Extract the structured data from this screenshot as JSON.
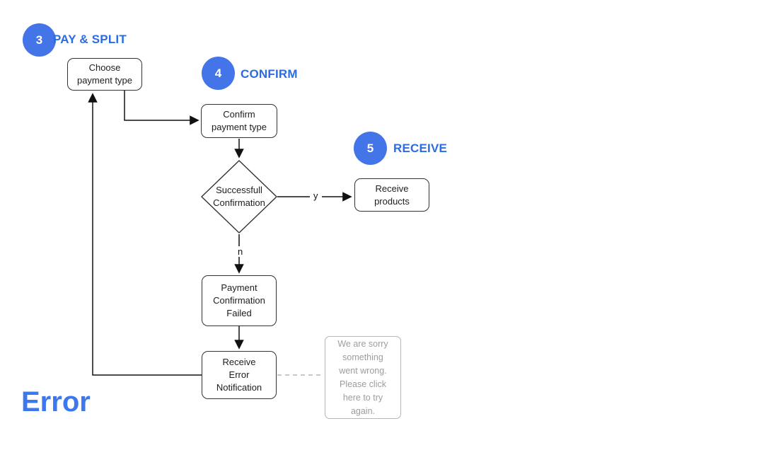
{
  "palette": {
    "accent_blue": "#4374e8",
    "heading_blue": "#2b6be4",
    "error_blue": "#3d77f0",
    "line_black": "#111111",
    "muted_gray_text": "#9d9d9d",
    "muted_gray_border": "#b5b5b5",
    "box_border": "#333333"
  },
  "steps": [
    {
      "number": "3",
      "label": "PAY & SPLIT"
    },
    {
      "number": "4",
      "label": "CONFIRM"
    },
    {
      "number": "5",
      "label": "RECEIVE"
    }
  ],
  "nodes": {
    "choose": "Choose\npayment type",
    "confirm": "Confirm\npayment type",
    "decision": "Successfull\nConfirmation",
    "receive": "Receive\nproducts",
    "failed": "Payment\nConfirmation\nFailed",
    "notification": "Receive\nError\nNotification",
    "error_message": "We are sorry\nsomething\nwent wrong.\nPlease click\nhere to try\nagain."
  },
  "edge_labels": {
    "yes": "y",
    "no": "n"
  },
  "error_title": "Error"
}
